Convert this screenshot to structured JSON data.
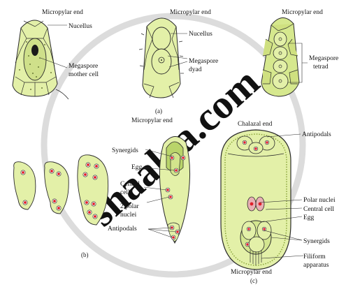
{
  "labels": {
    "a_micropylar_1": "Micropylar end",
    "a_micropylar_2": "Micropylar end",
    "a_micropylar_3": "Micropylar end",
    "nucellus_1": "Nucellus",
    "nucellus_2": "Nucellus",
    "mmc_line1": "Megaspore",
    "mmc_line2": "mother cell",
    "dyad_line1": "Megaspore",
    "dyad_line2": "dyad",
    "tetrad_line1": "Megaspore",
    "tetrad_line2": "tetrad",
    "panel_a": "(a)",
    "b_micropylar": "Micropylar end",
    "synergids_b": "Synergids",
    "egg_b": "Egg",
    "central_line1": "Central",
    "central_line2": "cell",
    "polar_line1": "2 polar",
    "polar_line2": "nuclei",
    "antipodals_b": "Antipodals",
    "panel_b": "(b)",
    "chalazal_end": "Chalazal end",
    "antipodals_c": "Antipodals",
    "polar_nuclei_c": "Polar nuclei",
    "central_cell_c": "Central cell",
    "egg_c": "Egg",
    "synergids_c": "Synergids",
    "filiform_line1": "Filiform",
    "filiform_line2": "apparatus",
    "c_micropylar": "Micropylar end",
    "panel_c": "(c)"
  },
  "watermark": "shaalaa.com",
  "colors": {
    "cell_fill": "#e3f0a8",
    "cell_dark": "#b9d46a",
    "outline": "#2b2b2b",
    "nucleus_red": "#e0202a",
    "dots": "#4a5a1c",
    "watermark": "#d8d8d8"
  }
}
